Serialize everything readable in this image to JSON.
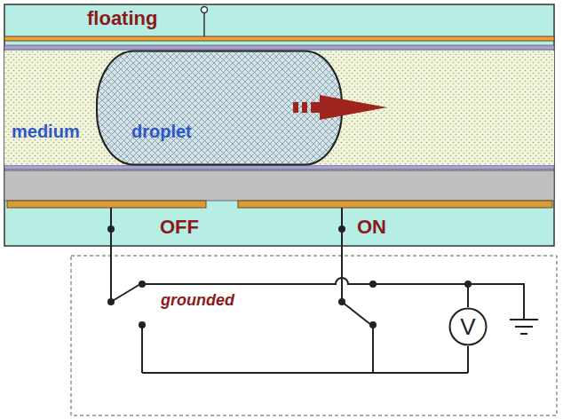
{
  "diagram": {
    "nodes": [
      {
        "text": [
          "medium"
        ]
      },
      {
        "text": [
          "droplet"
        ],
        "in": 0
      },
      {
        "text": [
          "V"
        ]
      }
    ],
    "labels": [
      "floating",
      "OFF",
      "ON",
      "grounded"
    ]
  }
}
